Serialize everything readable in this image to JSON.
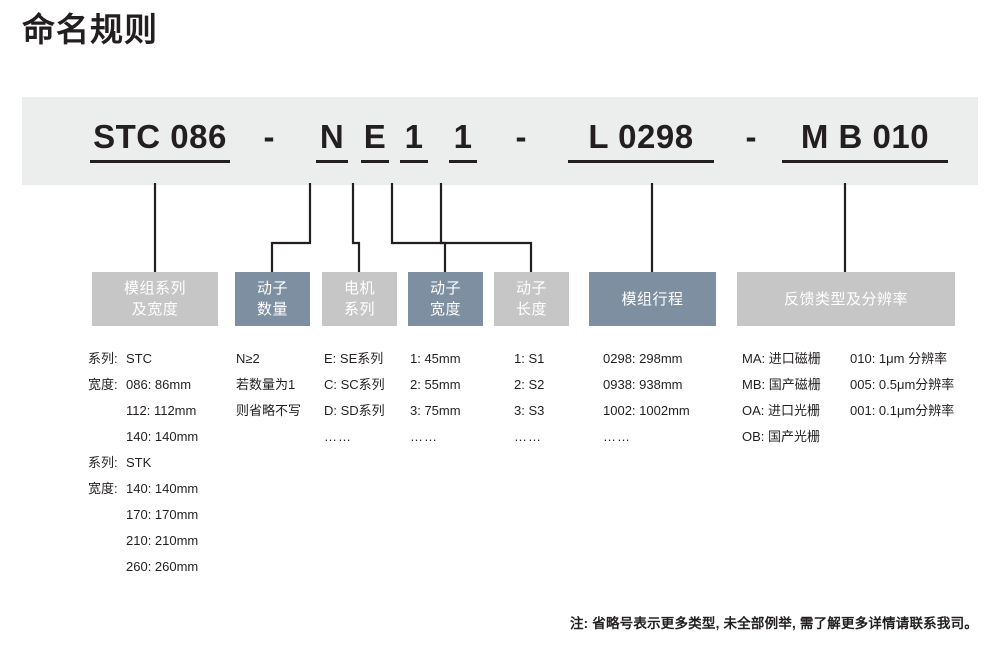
{
  "page": {
    "title": "命名规则",
    "footer_note": "注: 省略号表示更多类型, 未全部例举, 需了解更多详情请联系我司。"
  },
  "colors": {
    "banner_bg": "#eceded",
    "box_gray": "#c6c6c6",
    "box_blue_gray": "#7e8fa1",
    "text_dark": "#231f20",
    "line": "#231f20",
    "page_bg": "#ffffff"
  },
  "code": {
    "segments": [
      {
        "id": "series-width",
        "text": "STC 086"
      },
      {
        "id": "dash-1",
        "text": "-"
      },
      {
        "id": "mover-count",
        "text": "N"
      },
      {
        "id": "motor-series",
        "text": "E"
      },
      {
        "id": "mover-width",
        "text": "1"
      },
      {
        "id": "mover-length",
        "text": "1"
      },
      {
        "id": "dash-2",
        "text": "-"
      },
      {
        "id": "stroke",
        "text": "L 0298"
      },
      {
        "id": "dash-3",
        "text": "-"
      },
      {
        "id": "feedback",
        "text": "M B 010"
      }
    ]
  },
  "boxes": [
    {
      "id": "series-width",
      "label_line1": "模组系列",
      "label_line2": "及宽度",
      "style": "gray"
    },
    {
      "id": "mover-count",
      "label_line1": "动子",
      "label_line2": "数量",
      "style": "blue"
    },
    {
      "id": "motor-series",
      "label_line1": "电机",
      "label_line2": "系列",
      "style": "gray"
    },
    {
      "id": "mover-width",
      "label_line1": "动子",
      "label_line2": "宽度",
      "style": "blue"
    },
    {
      "id": "mover-length",
      "label_line1": "动子",
      "label_line2": "长度",
      "style": "gray"
    },
    {
      "id": "stroke",
      "label_line1": "模组行程",
      "label_line2": "",
      "style": "blue"
    },
    {
      "id": "feedback",
      "label_line1": "反馈类型及分辨率",
      "label_line2": "",
      "style": "gray"
    }
  ],
  "details": {
    "series_width": [
      {
        "k": "系列:",
        "v": "STC"
      },
      {
        "k": "宽度:",
        "v": "086: 86mm"
      },
      {
        "k": "",
        "v": "112: 112mm"
      },
      {
        "k": "",
        "v": "140: 140mm"
      },
      {
        "k": "系列:",
        "v": "STK"
      },
      {
        "k": "宽度:",
        "v": "140: 140mm"
      },
      {
        "k": "",
        "v": "170: 170mm"
      },
      {
        "k": "",
        "v": "210: 210mm"
      },
      {
        "k": "",
        "v": "260: 260mm"
      }
    ],
    "mover_count": [
      {
        "v": "N≥2"
      },
      {
        "v": "若数量为1"
      },
      {
        "v": "则省略不写"
      }
    ],
    "motor_series": [
      {
        "v": "E: SE系列"
      },
      {
        "v": "C: SC系列"
      },
      {
        "v": "D: SD系列"
      },
      {
        "v": "……"
      }
    ],
    "mover_width": [
      {
        "v": "1: 45mm"
      },
      {
        "v": "2: 55mm"
      },
      {
        "v": "3: 75mm"
      },
      {
        "v": "……"
      }
    ],
    "mover_length": [
      {
        "v": "1: S1"
      },
      {
        "v": "2: S2"
      },
      {
        "v": "3: S3"
      },
      {
        "v": "……"
      }
    ],
    "stroke": [
      {
        "v": "0298: 298mm"
      },
      {
        "v": "0938: 938mm"
      },
      {
        "v": "1002: 1002mm"
      },
      {
        "v": "……"
      }
    ],
    "feedback_type": [
      {
        "v": "MA: 进口磁栅"
      },
      {
        "v": "MB: 国产磁栅"
      },
      {
        "v": "OA: 进口光栅"
      },
      {
        "v": "OB: 国产光栅"
      }
    ],
    "feedback_resolution": [
      {
        "v": "010: 1μm 分辨率"
      },
      {
        "v": "005: 0.5μm分辨率"
      },
      {
        "v": "001: 0.1μm分辨率"
      }
    ]
  }
}
